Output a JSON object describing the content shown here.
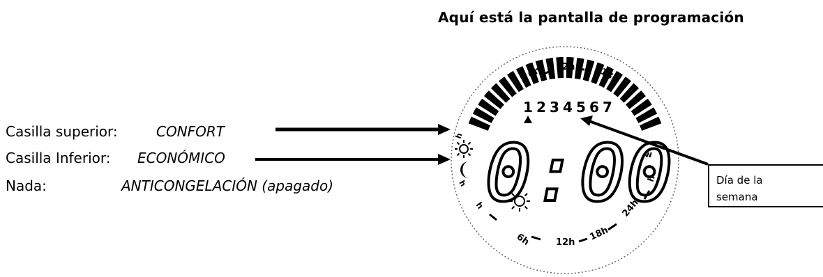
{
  "title": "Aquí está la pantalla de programación",
  "legend": {
    "row1": {
      "label": "Casilla superior:",
      "value": "CONFORT"
    },
    "row2": {
      "label": "Casilla Inferior:",
      "value": "ECONÓMICO"
    },
    "row3": {
      "label": "Nada:",
      "value": "ANTICONGELACIÓN (apagado)"
    }
  },
  "callout": {
    "line1": "Día de la",
    "line2": "semana"
  },
  "display": {
    "time": "0:00",
    "days": [
      "1",
      "2",
      "3",
      "4",
      "5",
      "6",
      "7"
    ],
    "dial_labels": {
      "top_left": "6h",
      "top_mid": "12h",
      "top_right": "18h",
      "bottom_left": "6h",
      "bottom_mid": "12h",
      "bottom_right": "18h",
      "bottom_far_right": "24h"
    }
  }
}
